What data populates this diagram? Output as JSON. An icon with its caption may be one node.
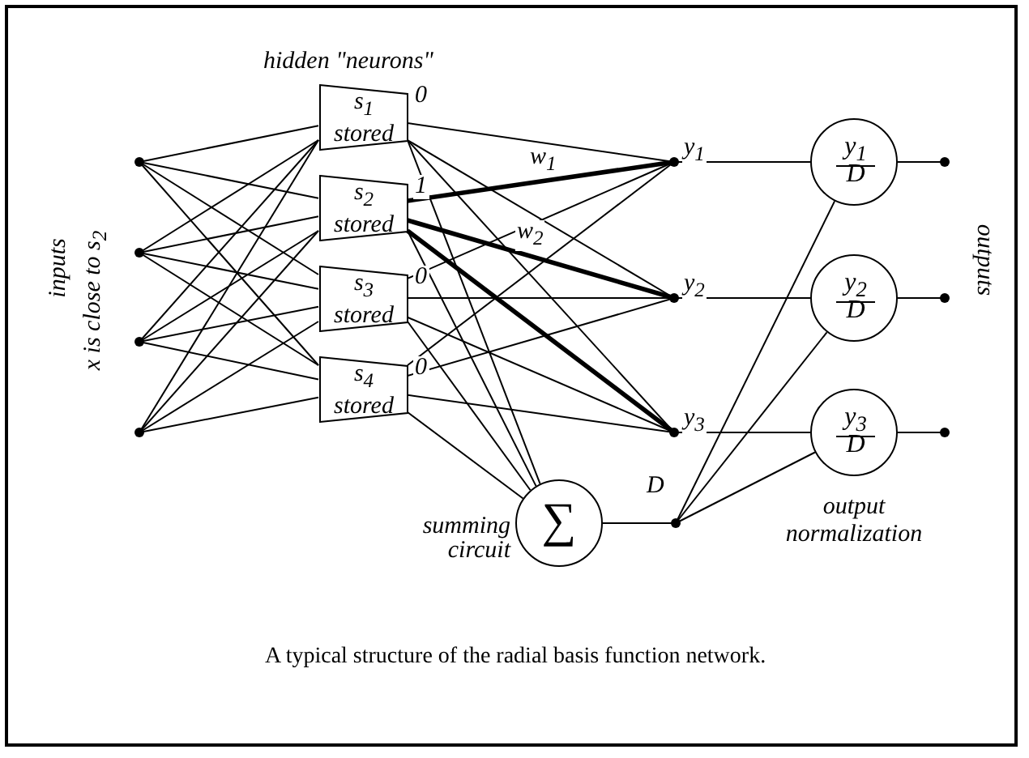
{
  "diagram": {
    "caption": "A typical structure of the radial basis function network.",
    "nodes": [
      {
        "text": [],
        "shape": "dot"
      },
      {
        "text": [],
        "shape": "dot"
      },
      {
        "text": [],
        "shape": "dot"
      },
      {
        "text": [],
        "shape": "dot"
      },
      {
        "text": [
          "s$_{1}$ stored"
        ],
        "beside": [
          "0"
        ]
      },
      {
        "text": [
          "s$_{2}$ stored"
        ],
        "beside": [
          "1"
        ]
      },
      {
        "text": [
          "s$_{3}$ stored"
        ],
        "beside": [
          "0"
        ]
      },
      {
        "text": [
          "s$_{4}$ stored"
        ],
        "beside": [
          "0"
        ]
      },
      {
        "text": [],
        "shape": "dot",
        "beside": [
          "y$_{1}$"
        ]
      },
      {
        "text": [],
        "shape": "dot",
        "beside": [
          "y$_{2}$"
        ]
      },
      {
        "text": [],
        "shape": "dot",
        "beside": [
          "y$_{3}$"
        ]
      },
      {
        "text": [
          "∑"
        ],
        "beside": [
          "summing circuit"
        ]
      },
      {
        "text": [],
        "shape": "dot",
        "beside": [
          "D"
        ]
      },
      {
        "text": [
          "y$_{1}$",
          "D"
        ]
      },
      {
        "text": [
          "y$_{2}$",
          "D"
        ]
      },
      {
        "text": [
          "y$_{3}$",
          "D"
        ]
      },
      {
        "text": [],
        "shape": "dot"
      },
      {
        "text": [],
        "shape": "dot"
      },
      {
        "text": [],
        "shape": "dot"
      }
    ],
    "edges": [
      {
        "from": 0,
        "to": 4,
        "arrow": "none"
      },
      {
        "from": 0,
        "to": 5,
        "arrow": "none"
      },
      {
        "from": 0,
        "to": 6,
        "arrow": "none"
      },
      {
        "from": 0,
        "to": 7,
        "arrow": "none"
      },
      {
        "from": 1,
        "to": 4,
        "arrow": "none"
      },
      {
        "from": 1,
        "to": 5,
        "arrow": "none"
      },
      {
        "from": 1,
        "to": 6,
        "arrow": "none"
      },
      {
        "from": 1,
        "to": 7,
        "arrow": "none"
      },
      {
        "from": 2,
        "to": 4,
        "arrow": "none"
      },
      {
        "from": 2,
        "to": 5,
        "arrow": "none"
      },
      {
        "from": 2,
        "to": 6,
        "arrow": "none"
      },
      {
        "from": 2,
        "to": 7,
        "arrow": "none"
      },
      {
        "from": 3,
        "to": 4,
        "arrow": "none"
      },
      {
        "from": 3,
        "to": 5,
        "arrow": "none"
      },
      {
        "from": 3,
        "to": 6,
        "arrow": "none"
      },
      {
        "from": 3,
        "to": 7,
        "arrow": "none"
      },
      {
        "from": 4,
        "to": 8,
        "arrow": "none"
      },
      {
        "from": 4,
        "to": 9,
        "arrow": "none"
      },
      {
        "from": 4,
        "to": 10,
        "arrow": "none"
      },
      {
        "from": 4,
        "to": 11,
        "arrow": "none"
      },
      {
        "from": 5,
        "to": 8,
        "arrow": "none",
        "label": "w$_{1}$",
        "style": "thick"
      },
      {
        "from": 5,
        "to": 9,
        "arrow": "none",
        "label": "w$_{2}$",
        "style": "thick"
      },
      {
        "from": 5,
        "to": 10,
        "arrow": "none",
        "style": "thick"
      },
      {
        "from": 5,
        "to": 11,
        "arrow": "none"
      },
      {
        "from": 6,
        "to": 8,
        "arrow": "none"
      },
      {
        "from": 6,
        "to": 9,
        "arrow": "none"
      },
      {
        "from": 6,
        "to": 10,
        "arrow": "none"
      },
      {
        "from": 6,
        "to": 11,
        "arrow": "none"
      },
      {
        "from": 7,
        "to": 8,
        "arrow": "none"
      },
      {
        "from": 7,
        "to": 9,
        "arrow": "none"
      },
      {
        "from": 7,
        "to": 10,
        "arrow": "none"
      },
      {
        "from": 7,
        "to": 11,
        "arrow": "none"
      },
      {
        "from": 8,
        "to": 13,
        "arrow": "none"
      },
      {
        "from": 9,
        "to": 14,
        "arrow": "none"
      },
      {
        "from": 10,
        "to": 15,
        "arrow": "none"
      },
      {
        "from": 11,
        "to": 12,
        "arrow": "none"
      },
      {
        "from": 12,
        "to": 13,
        "arrow": "none"
      },
      {
        "from": 12,
        "to": 14,
        "arrow": "none"
      },
      {
        "from": 12,
        "to": 15,
        "arrow": "none"
      },
      {
        "from": 13,
        "to": 16,
        "arrow": "none"
      },
      {
        "from": 14,
        "to": 17,
        "arrow": "none"
      },
      {
        "from": 15,
        "to": 18,
        "arrow": "none"
      }
    ],
    "labels": [
      "hidden \"neurons\"",
      "inputs",
      "x is close to s$_{2}$",
      "outputs",
      "output normalization"
    ]
  }
}
